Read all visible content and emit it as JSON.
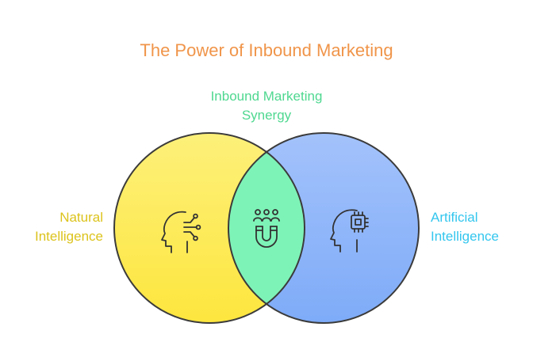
{
  "title": "The Power of Inbound Marketing",
  "overlap": {
    "line1": "Inbound Marketing",
    "line2": "Synergy",
    "color": "#4fd890",
    "icon": "people-magnet-icon"
  },
  "left_circle": {
    "line1": "Natural",
    "line2": "Intelligence",
    "color": "#fde96a",
    "label_color": "#dcc31c",
    "icon": "human-head-network-icon"
  },
  "right_circle": {
    "line1": "Artificial",
    "line2": "Intelligence",
    "color": "#8ab3f9",
    "label_color": "#33c6ee",
    "icon": "head-chip-icon"
  },
  "title_color": "#f0954a"
}
